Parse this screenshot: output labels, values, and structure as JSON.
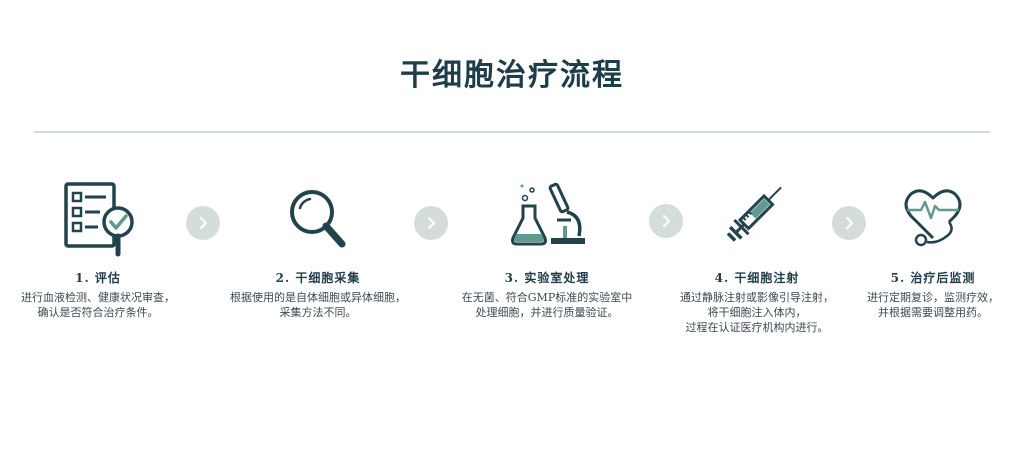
{
  "title": "干细胞治疗流程",
  "colors": {
    "icon_dark": "#22424c",
    "icon_accent": "#5e9a90",
    "arrow_bg": "#d4dcdc",
    "divider": "#cfdcdc"
  },
  "steps": [
    {
      "icon": "checklist-magnifier-icon",
      "label": "1. 评估",
      "desc": "进行血液检测、健康状况审查，\n确认是否符合治疗条件。"
    },
    {
      "icon": "magnifying-glass-icon",
      "label": "2. 干细胞采集",
      "desc": "根据使用的是自体细胞或异体细胞，\n采集方法不同。"
    },
    {
      "icon": "lab-flask-microscope-icon",
      "label": "3. 实验室处理",
      "desc": "在无菌、符合GMP标准的实验室中\n处理细胞，并进行质量验证。"
    },
    {
      "icon": "syringe-icon",
      "label": "4. 干细胞注射",
      "desc": "通过静脉注射或影像引导注射，\n将干细胞注入体内，\n过程在认证医疗机构内进行。"
    },
    {
      "icon": "heart-stethoscope-icon",
      "label": "5. 治疗后监测",
      "desc": "进行定期复诊，监测疗效，\n并根据需要调整用药。"
    }
  ],
  "arrows": [
    "chevron-right-icon",
    "chevron-right-icon",
    "chevron-right-icon",
    "chevron-right-icon"
  ]
}
